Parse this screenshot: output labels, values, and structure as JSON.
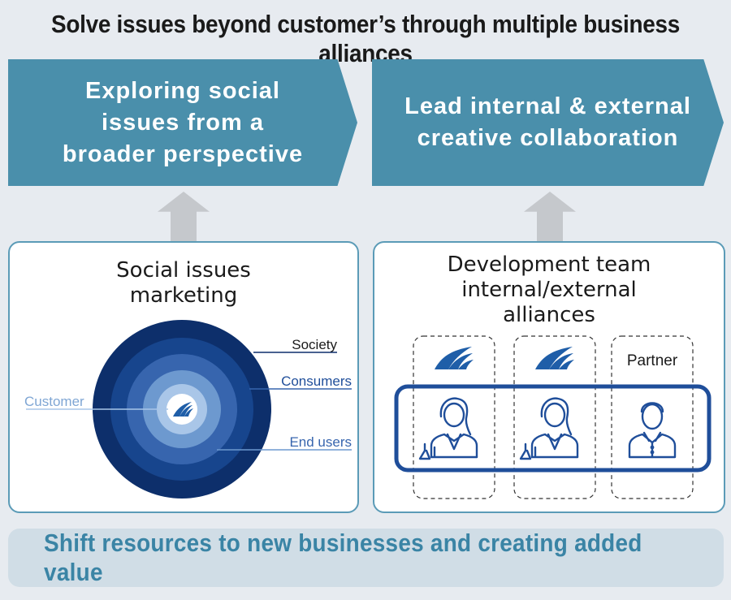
{
  "title": "Solve issues beyond customer’s through multiple business alliances",
  "banners": [
    {
      "text": "Exploring social\nissues from a\nbroader perspective"
    },
    {
      "text": "Lead internal & external\ncreative collaboration"
    }
  ],
  "left_panel": {
    "heading": "Social issues\nmarketing",
    "labels": {
      "society": "Society",
      "consumers": "Consumers",
      "end_users": "End users",
      "customer": "Customer"
    },
    "ring_colors": [
      "#0d2f6b",
      "#17458d",
      "#3765ae",
      "#6d99cf",
      "#a9c6e8"
    ]
  },
  "right_panel": {
    "heading": "Development team\ninternal/external\nalliances",
    "partner_label": "Partner",
    "accent": "#1f4e9a"
  },
  "footer": "Shift resources to new businesses and creating added value",
  "colors": {
    "banner": "#4a8fab",
    "footer_text": "#3a84a5",
    "panel_border": "#5b9bb7",
    "arrow": "#c5c8cc"
  }
}
